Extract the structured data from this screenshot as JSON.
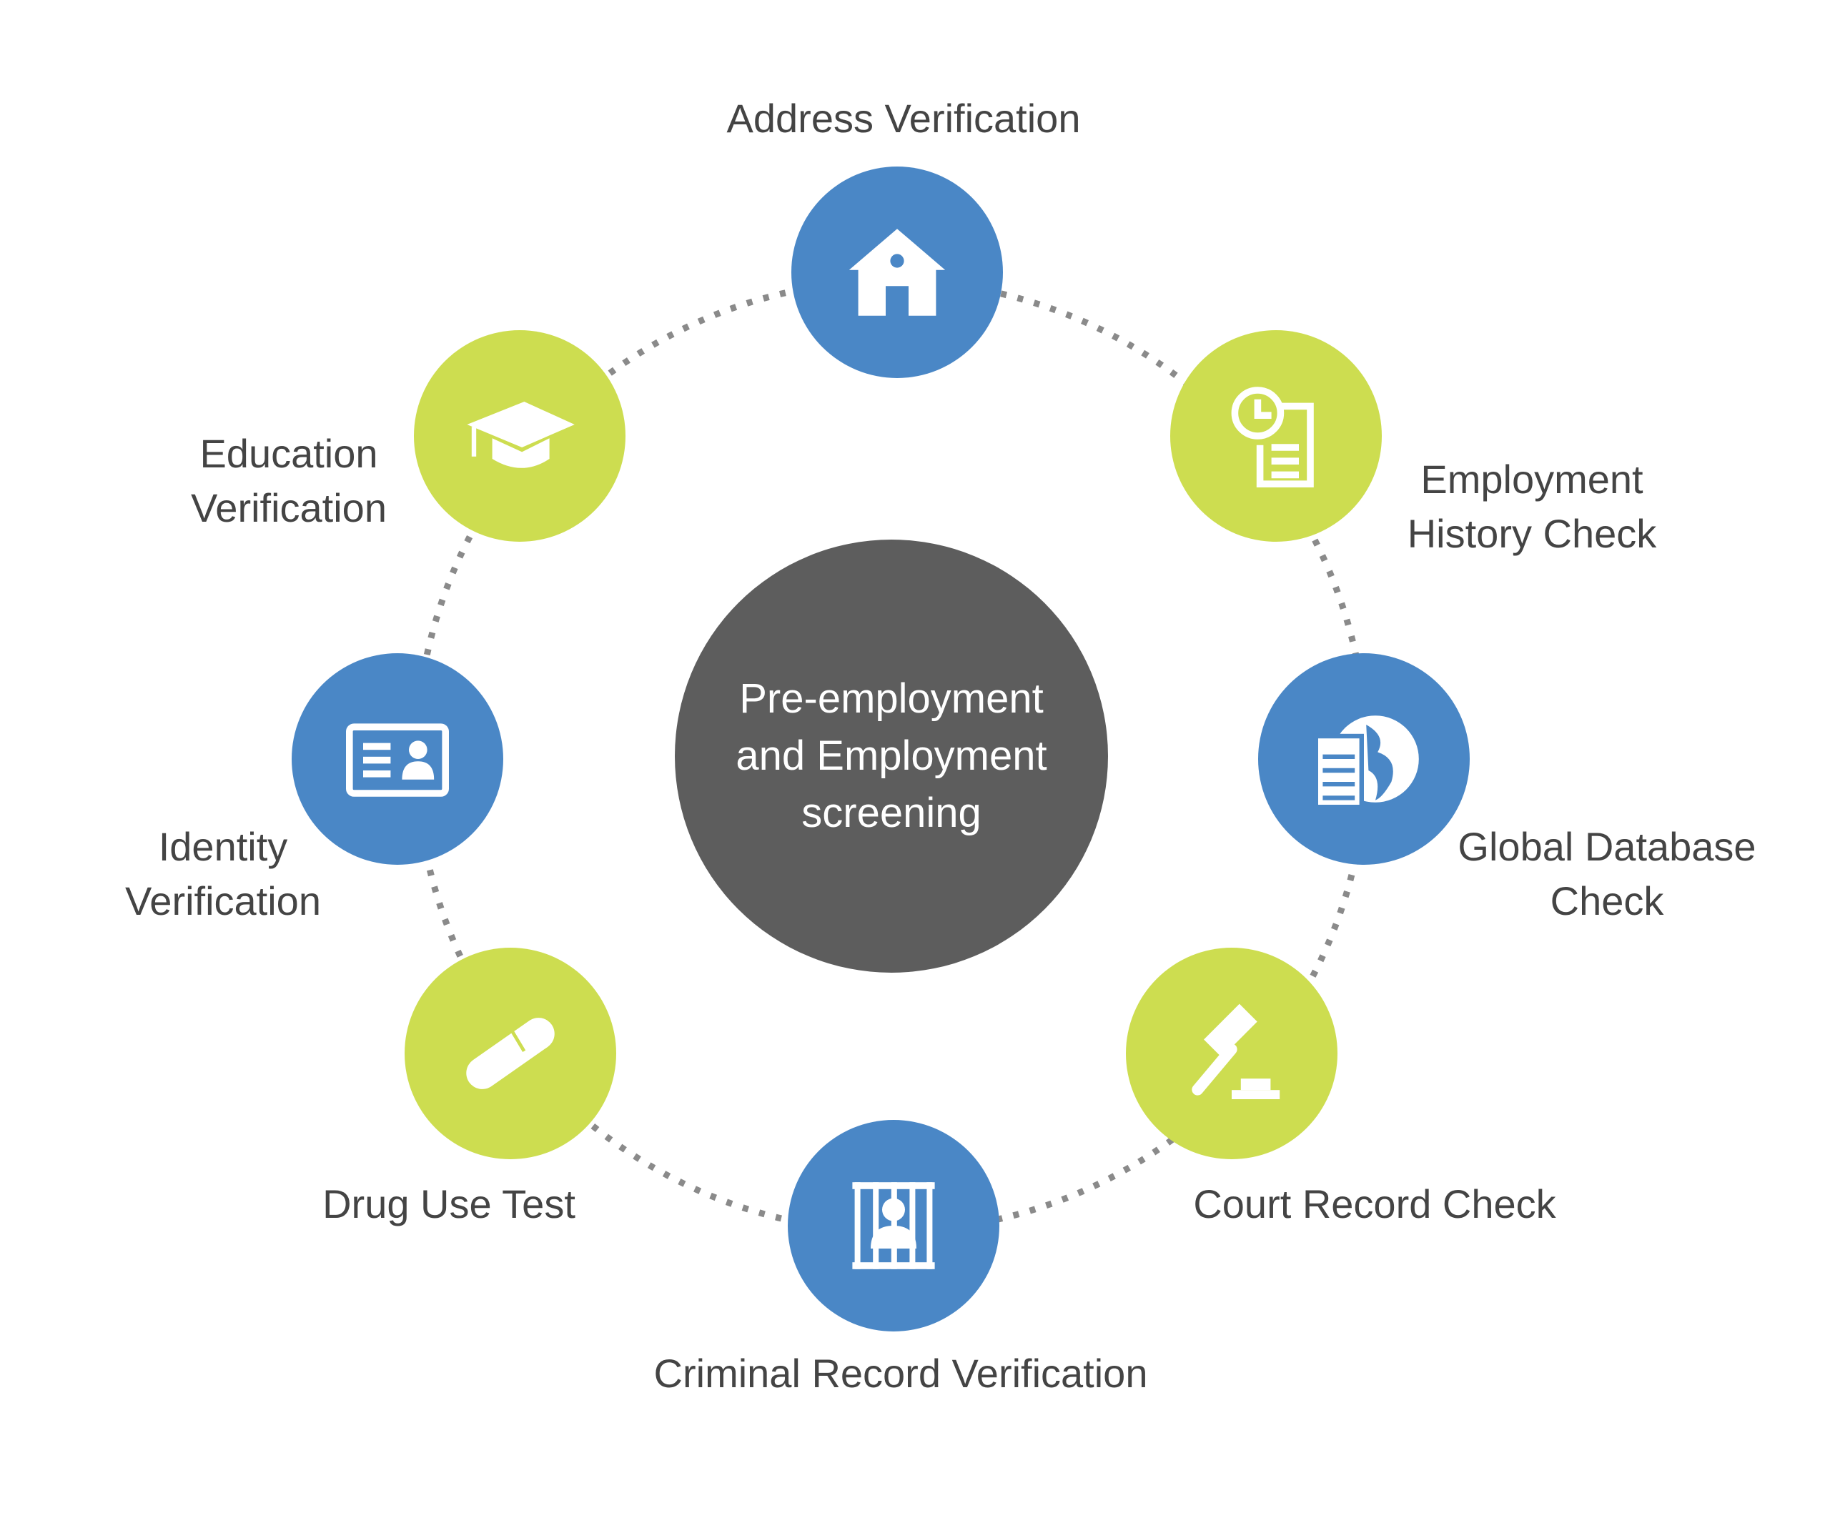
{
  "center": {
    "lines": [
      "Pre-employment",
      "and Employment",
      "screening"
    ]
  },
  "nodes": [
    {
      "id": "address",
      "label": [
        "Address Verification"
      ],
      "icon": "house-icon",
      "color": "#4a87c6"
    },
    {
      "id": "employment",
      "label": [
        "Employment",
        "History Check"
      ],
      "icon": "clock-document-icon",
      "color": "#cddd50"
    },
    {
      "id": "global",
      "label": [
        "Global Database",
        "Check"
      ],
      "icon": "globe-document-icon",
      "color": "#4a87c6"
    },
    {
      "id": "court",
      "label": [
        "Court Record Check"
      ],
      "icon": "gavel-icon",
      "color": "#cddd50"
    },
    {
      "id": "criminal",
      "label": [
        "Criminal Record Verification"
      ],
      "icon": "jail-icon",
      "color": "#4a87c6"
    },
    {
      "id": "drug",
      "label": [
        "Drug Use Test"
      ],
      "icon": "pill-icon",
      "color": "#cddd50"
    },
    {
      "id": "identity",
      "label": [
        "Identity",
        "Verification"
      ],
      "icon": "id-card-icon",
      "color": "#4a87c6"
    },
    {
      "id": "education",
      "label": [
        "Education",
        "Verification"
      ],
      "icon": "graduation-cap-icon",
      "color": "#cddd50"
    }
  ]
}
